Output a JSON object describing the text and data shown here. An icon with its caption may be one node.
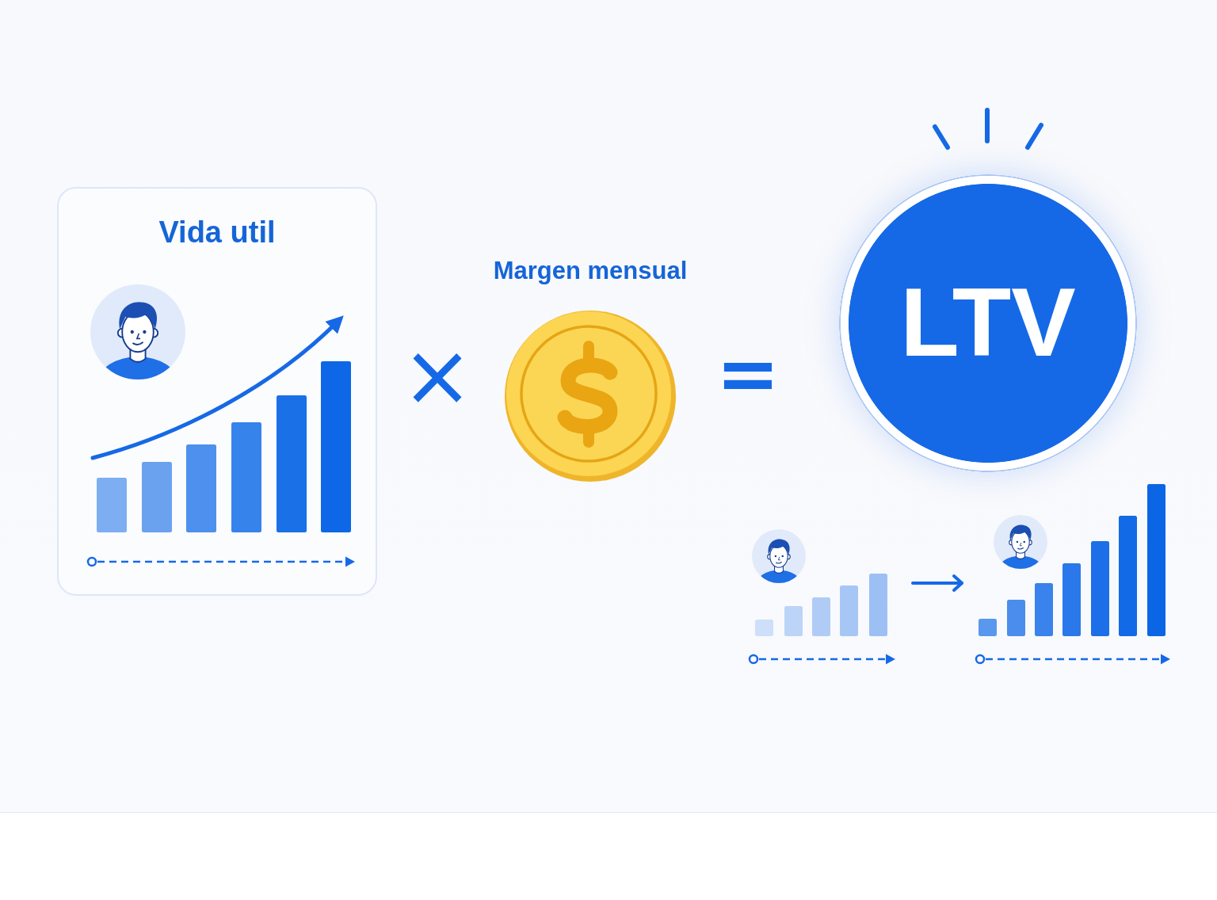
{
  "diagram": {
    "nodes": [
      {
        "text": [
          "Vida util"
        ]
      },
      {
        "text": [
          "Margen mensual"
        ]
      },
      {
        "text": [
          "LTV"
        ]
      },
      {
        "text": [],
        "shape": "picture"
      },
      {
        "text": [],
        "shape": "picture"
      }
    ],
    "edges": [
      {
        "from": 3,
        "to": 4,
        "arrow": "to"
      }
    ],
    "labels": [
      "×",
      "="
    ]
  }
}
